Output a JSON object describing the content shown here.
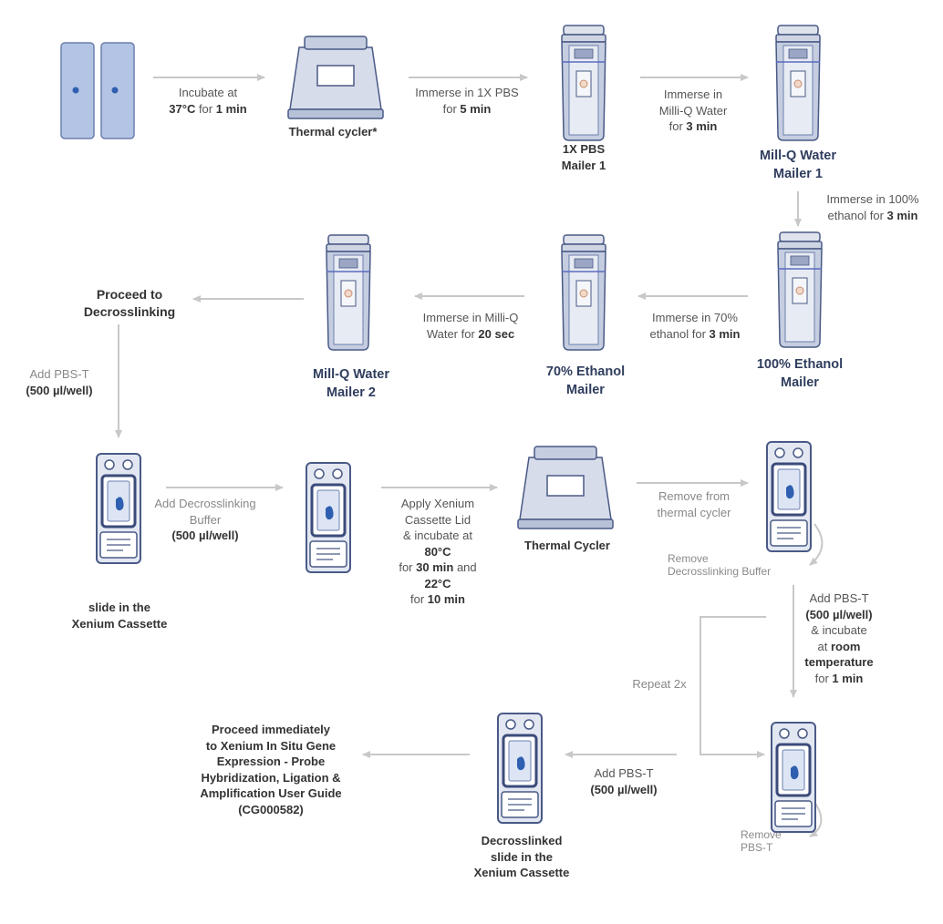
{
  "colors": {
    "arrow": "#c8c8c8",
    "slide_fill": "#b4c4e4",
    "slide_border": "#6c7fae",
    "dot": "#2f5fb0",
    "navy": "#2f3d5e",
    "cassette_border": "#4a5a86",
    "cassette_fill": "#e2e7f2"
  },
  "steps": {
    "incubate": [
      "Incubate at",
      "37°C",
      " for ",
      "1   min"
    ],
    "thermal_cycler": "Thermal cycler*",
    "immerse_pbs": [
      "Immerse in 1X PBS",
      "for ",
      "5 min"
    ],
    "pbs_mailer": [
      "1X PBS",
      "Mailer 1"
    ],
    "immerse_milliq_1": [
      "Immerse in",
      "Milli-Q Water",
      "for ",
      "3 min"
    ],
    "milliq_mailer_1": [
      "Mill-Q Water",
      "Mailer 1"
    ],
    "immerse_ethanol_100": [
      "Immerse in 100%",
      "ethanol for ",
      "3 min"
    ],
    "ethanol_100_mailer": [
      "100% Ethanol",
      "Mailer"
    ],
    "immerse_ethanol_70": [
      "Immerse in 70%",
      "ethanol for ",
      "3 min"
    ],
    "ethanol_70_mailer": [
      "70% Ethanol",
      "Mailer"
    ],
    "immerse_milliq_2": [
      "Immerse in Milli-Q",
      "Water for ",
      "20 sec"
    ],
    "milliq_mailer_2": [
      "Mill-Q Water",
      "Mailer 2"
    ],
    "proceed_decross": [
      "Proceed to",
      "Decrosslinking"
    ],
    "add_pbst_1": [
      "Add PBS-T",
      "(500 µl/well)"
    ],
    "slide_cassette": [
      "slide in the",
      "Xenium Cassette"
    ],
    "add_decross_buffer": [
      "Add Decrosslinking",
      "Buffer",
      "(500 µl/well)"
    ],
    "apply_lid": [
      "Apply Xenium",
      "Cassette Lid",
      "& incubate at",
      "80°C",
      "for ",
      "30 min",
      " and",
      "22°C",
      "for ",
      "10 min"
    ],
    "thermal_cycler_2": "Thermal Cycler",
    "remove_cycler": [
      "Remove from",
      "thermal cycler"
    ],
    "remove_buffer": [
      "Remove",
      "Decrosslinking Buffer"
    ],
    "add_pbst_incubate": [
      "Add PBS-T",
      "(500 µl/well)",
      "& incubate",
      "at ",
      "room",
      "temperature",
      "for ",
      "1 min"
    ],
    "repeat": "Repeat 2x",
    "remove_pbst": [
      "Remove",
      "PBS-T"
    ],
    "add_pbst_2": [
      "Add PBS-T",
      "(500 µl/well)"
    ],
    "decrosslinked": [
      "Decrosslinked",
      "slide in the",
      "Xenium Cassette"
    ],
    "proceed_final": [
      "Proceed immediately",
      "to Xenium In Situ Gene",
      "Expression - Probe",
      "Hybridization, Ligation &",
      "Amplification User Guide",
      "(CG000582)"
    ]
  }
}
